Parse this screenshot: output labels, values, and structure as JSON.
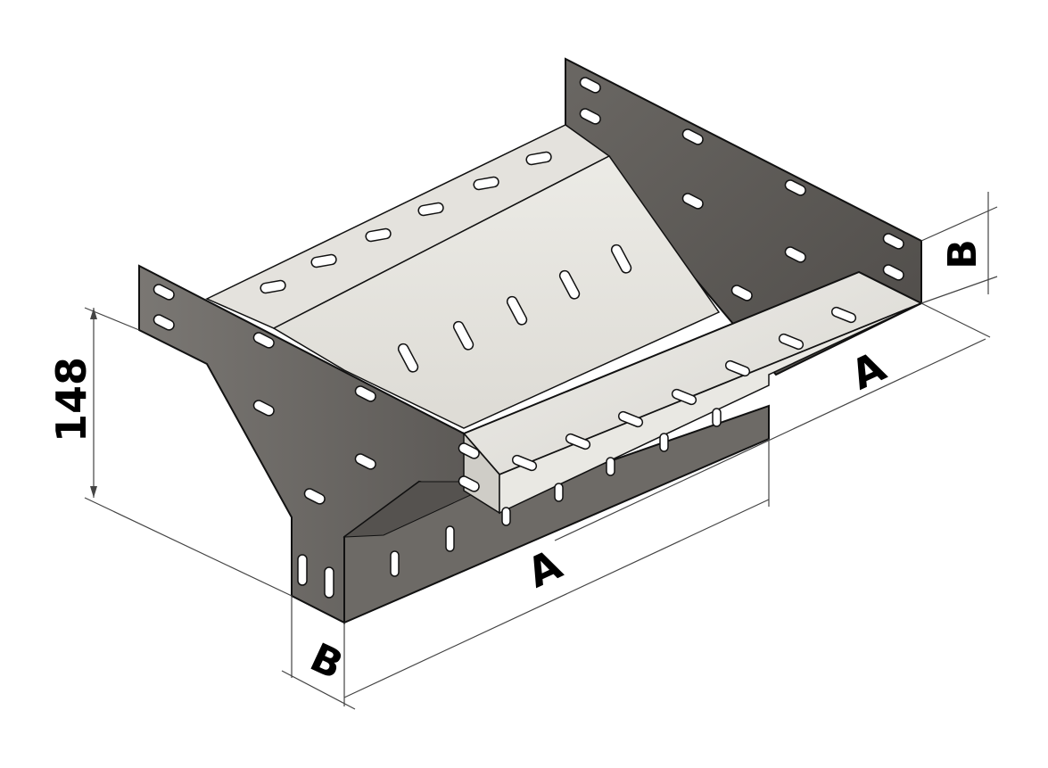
{
  "dimensions": {
    "height_label": "148",
    "width_label_front": "A",
    "width_label_back": "A",
    "depth_label_front": "B",
    "depth_label_back": "B"
  },
  "colors": {
    "dark_metal": "#5e5b58",
    "dark_metal_light": "#7a7773",
    "light_metal": "#e6e4df",
    "light_metal_shade": "#d2d0ca",
    "slot": "#ffffff",
    "outline": "#111111",
    "dim_line": "#444444"
  }
}
